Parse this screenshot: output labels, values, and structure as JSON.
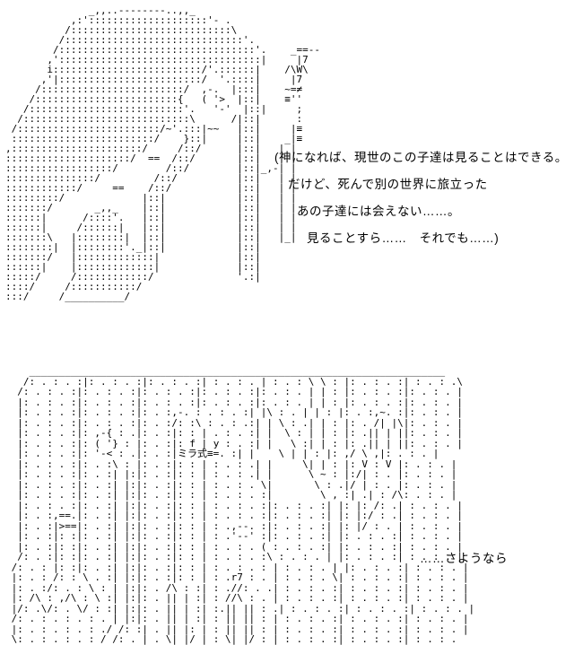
{
  "page": {
    "background_color": "#ffffff",
    "text_color": "#000000"
  },
  "dialogue": {
    "lines": [
      "(神になれば、現世のこの子達は見ることはできる。",
      "だけど、死んで別の世界に旅立った",
      "あの子達には会えない……。",
      "見ることすら……　それでも……)"
    ]
  },
  "farewell": "……さようなら",
  "ascii_art": {
    "label": "ミラ式≡=.",
    "top_figure": [
      "              _,,..--------..,,_",
      "           ,:'::::::::::::::::::::'- .",
      "          /:::::::::::::::::::::::::::\\",
      "         /::::::::::::::::::::::::::::::'.",
      "        /:::::::::::::::::::::::::::::::::'.    _==--",
      "       ,'::::::::::::::::::::::::::::::::::|     |7",
      "       i:::::::::::::::::::::::::/'.::::::|    /\\W\\",
      "      ,'|::::::::::::::::::::::::/  '.::::|     |7",
      "     /::::::::::::::::::::::::/  ,-.  |:::|    ~=≠",
      "    /::::::::::::::::::::::::{   ( '>  |::|    ≡''",
      "   /::::::::::::::::::::::::::'.   '-'  |::|     ;",
      "  /::::::::::::::::::::::::::::\\      /|::|      :",
      " /::::::::::::::::::::::::/~'.:::|~~   |::|     |≡",
      " ::::::::::::::::::::::::/    }::|     |::|    _|≡",
      ",::::::::::::::::::::::/     /::/      |::|   | |",
      ":::::::::::::::::::::/  ==  /::/       |::|   | |",
      "::::::::::::::::::/        /::/        |::|_,-| |",
      ":::::::::::::::/         /::/          |::|   | |",
      "::::::::::::/     ==    /::/           |::|   | |",
      ":::::::::/             |::|            |::|   | |",
      ":::::::/       _,,_    |::|            |::|   | |",
      "::::::|      /::::'.   |::|            |::|   | |",
      "::::::|     /::::::|   |::|            |::|   | |",
      ":::::::\\   |::::::::|  |::|            |::|   |_|",
      "::::::::|  |::::::::'._|::|            |::|",
      ":::::::/   |:::::::::::::|             |::|",
      "::::::|    |:::::::::::::|             |::|",
      ":::::/     /::::::::::::/              '.:|",
      "::::/     /:::::::::::/",
      ":::/     /__________/"
    ],
    "bottom_figure": [
      "    ______________________________________________________________________",
      "   /: . : . :|: . : . :|: . : . :| : . : . | : . : \\ \\ : |: . : . :| : . : .\\",
      "  /: . : . :|: . : . :|: . : . :|: . : . :|: . : . | | : |: . : . :|: . : . |",
      "  |: . : . :|: . : . :|: . : . :|: . : . :|: . : . | | : |: . : . :|: . : . |",
      "  |: . : . :|: . : . :|: . :,-. : . : . :| |\\ : . | | : |: . :,~. :|: . : . |",
      "  |: . : . :|: . : . :|: . :/: :\\ : . : .:| | \\ : .| | : |: . /| |\\|: . : . |",
      "  |: . : . :|: ,-{ : .|: . :|: : | . : . :| |  \\ : | | : |: .|| | ||: . : . |",
      "  |: . : . :|: ( '} : |: . :|: f | y : . :| |   \\ :| | : |: .|| | ||: . : . |",
      "  |: . : . :|: '-< : .|: . :|ミラ式≡=. :| |    \\ | | : |: ,/ \\ ,|: . : . |",
      "  |: . : . :|: . :\\ : |: . :|: : | : . : .| |     \\| | : |: V : V |: . : . |",
      "  |: . : . :|: . :| |:|: . :|: : | : . : .| |      \\ ~ : |:/| : . |: . : . |",
      "  |: . : . :|: . :| |:|: . :|: : | : . : . \\|       \\ : .|/ | : . |: . : . |",
      "  |: . : . :|: . :| |:|: . :|: : | : . : . :|        \\ , :| .| : /\\: . : . |",
      "  |: . : . :|: . :| |:|: . :|: : | : . : . :|: . : . :| |: |: /: .| : . : . |",
      "  |: . :,==.|: . :| |:|: . :|: : | : . : . :|: . : . :| |: |:/ : .| : . : . |",
      "  |: . :|>==|: . :| |:|: . :|: : | : .,--. :|: . : . :| |: |/ : . | : . : . |",
      "  |: . :|: :|: . :| |:|: . :|: : | : .'--' :|: . : . :| |: . : . :| : . : . |",
      "  |: . :|: :|: . :| |:|: . :|: : | : . : . ( : . : . :| |: . : . :| : . : . |",
      "  /: . :|: :|: . :| |:|: . :|: : | : . : . :\\ : . : . | |: . : . :| : . : . |",
      " /: . : |: :|: . :| |:|: . :|: : | : . : . : | : . : . | |: . : . :| : . : . |",
      " |: . : /: : \\ . :| |:|: . :|: : | : .r7 : . | : . : . \\| : . : . :| : . : . |",
      " |: . :/: . : \\ : | |:|: . /\\ : :| : .//: . .| : . : . :| : . : . :| : . : . |",
      " |: /\\ : ,/\\ : \\ :| |:|: . || | :| : //\\ : . | : . : . :| : . : . :| : . : . |",
      " |/: .\\/: . \\/ : :| |:|: . || | :| :.|| || : .| : . : . :| : . : . :| : . : . |",
      " /: . : . : . : . | |:|: . || | :| : || || : | : . : . :| : . : . :| : . : . |",
      " |: . : . : . : ./ /: :| . || |: | : || || : | : . : . :| : . : . :| : . : . |",
      " \\: . : . : . : / /: . | . \\| |/ | : \\| |/ : | : . : . :| : . : . :| : . : ."
    ]
  }
}
